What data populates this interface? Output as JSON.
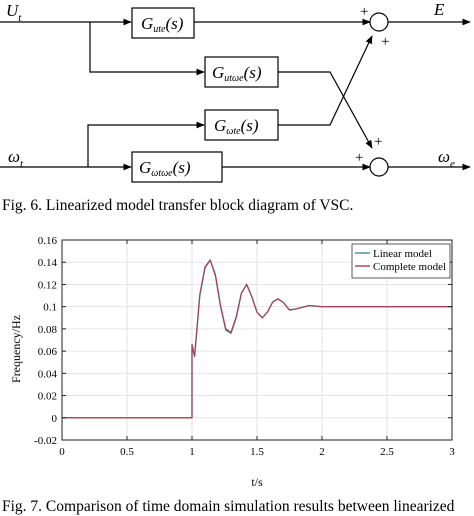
{
  "figure6": {
    "caption": "Fig. 6. Linearized model transfer block diagram of VSC.",
    "inputs": {
      "u_main": "U",
      "u_sub": "t",
      "w_main": "ω",
      "w_sub": "t"
    },
    "outputs": {
      "e": "E",
      "w_main": "ω",
      "w_sub": "e"
    },
    "blocks": [
      {
        "main": "G",
        "sub": "ute",
        "arg": "(s)"
      },
      {
        "main": "G",
        "sub": "utωe",
        "arg": "(s)"
      },
      {
        "main": "G",
        "sub": "ωte",
        "arg": "(s)"
      },
      {
        "main": "G",
        "sub": "ωtωe",
        "arg": "(s)"
      }
    ],
    "signs": [
      "+",
      "+",
      "+",
      "+"
    ]
  },
  "figure7": {
    "caption": "Fig. 7. Comparison of time domain simulation results between linearized",
    "chart_data": {
      "type": "line",
      "xlabel": "t/s",
      "ylabel": "Frequency/Hz",
      "xlim": [
        0,
        3
      ],
      "ylim": [
        -0.02,
        0.16
      ],
      "xticks": [
        "0",
        "0.5",
        "1",
        "1.5",
        "2",
        "2.5",
        "3"
      ],
      "yticks": [
        "-0.02",
        "0",
        "0.02",
        "0.04",
        "0.06",
        "0.08",
        "0.1",
        "0.12",
        "0.14",
        "0.16"
      ],
      "grid": true,
      "legend_position": "top-right",
      "series": [
        {
          "name": "Linear model",
          "color": "#4a8a8a",
          "x": [
            0,
            1.0,
            1.0,
            1.02,
            1.06,
            1.1,
            1.14,
            1.18,
            1.22,
            1.26,
            1.3,
            1.34,
            1.38,
            1.42,
            1.46,
            1.5,
            1.54,
            1.58,
            1.62,
            1.66,
            1.7,
            1.75,
            1.8,
            1.9,
            2.0,
            2.2,
            2.5,
            2.8,
            3.0
          ],
          "y": [
            0,
            0,
            0.065,
            0.055,
            0.11,
            0.135,
            0.142,
            0.128,
            0.1,
            0.079,
            0.076,
            0.09,
            0.112,
            0.12,
            0.109,
            0.095,
            0.09,
            0.095,
            0.104,
            0.107,
            0.104,
            0.097,
            0.098,
            0.101,
            0.1,
            0.1,
            0.1,
            0.1,
            0.1
          ]
        },
        {
          "name": "Complete model",
          "color": "#b03a55",
          "x": [
            0,
            1.0,
            1.0,
            1.02,
            1.06,
            1.1,
            1.14,
            1.18,
            1.22,
            1.26,
            1.3,
            1.34,
            1.38,
            1.42,
            1.46,
            1.5,
            1.54,
            1.58,
            1.62,
            1.66,
            1.7,
            1.75,
            1.8,
            1.9,
            2.0,
            2.2,
            2.5,
            2.8,
            3.0
          ],
          "y": [
            0,
            0,
            0.066,
            0.056,
            0.111,
            0.136,
            0.142,
            0.129,
            0.101,
            0.08,
            0.077,
            0.091,
            0.112,
            0.12,
            0.109,
            0.095,
            0.09,
            0.095,
            0.104,
            0.107,
            0.104,
            0.097,
            0.098,
            0.101,
            0.1,
            0.1,
            0.1,
            0.1,
            0.1
          ]
        }
      ]
    }
  }
}
